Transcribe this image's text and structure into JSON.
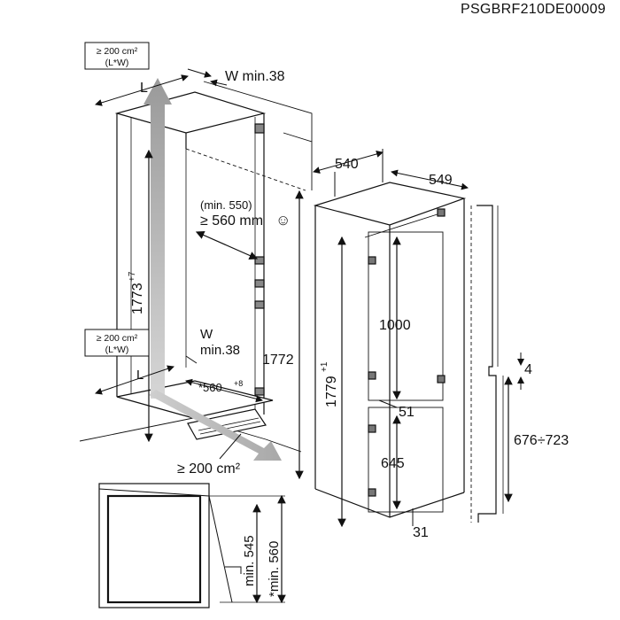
{
  "document_code": "PSGBRF210DE00009",
  "labels": {
    "vent_top_area": "≥ 200 cm²",
    "vent_top_dims": "(L*W)",
    "vent_top_L": "L",
    "vent_top_W": "W min.38",
    "height_niche": "1773",
    "height_niche_tol": "+7",
    "depth_min": "(min. 550)",
    "depth_rec": "≥ 560 mm",
    "smiley": "☺",
    "vent_bottom_area": "≥ 200 cm²",
    "vent_bottom_dims": "(L*W)",
    "vent_bottom_L": "L",
    "vent_bottom_W1": "W",
    "vent_bottom_W2": "min.38",
    "niche_width": "*560",
    "niche_width_tol": "+8",
    "height_door": "1772",
    "plinth_vent": "≥ 200 cm²",
    "appliance_width": "540",
    "appliance_depth": "549",
    "appliance_height": "1779",
    "appliance_height_tol": "+1",
    "upper_door": "1000",
    "gap": "51",
    "lower_door": "645",
    "foot": "31",
    "door_gap": "4",
    "door_range": "676÷723",
    "depth_min_545": "min. 545",
    "depth_min_560": "*min. 560"
  }
}
